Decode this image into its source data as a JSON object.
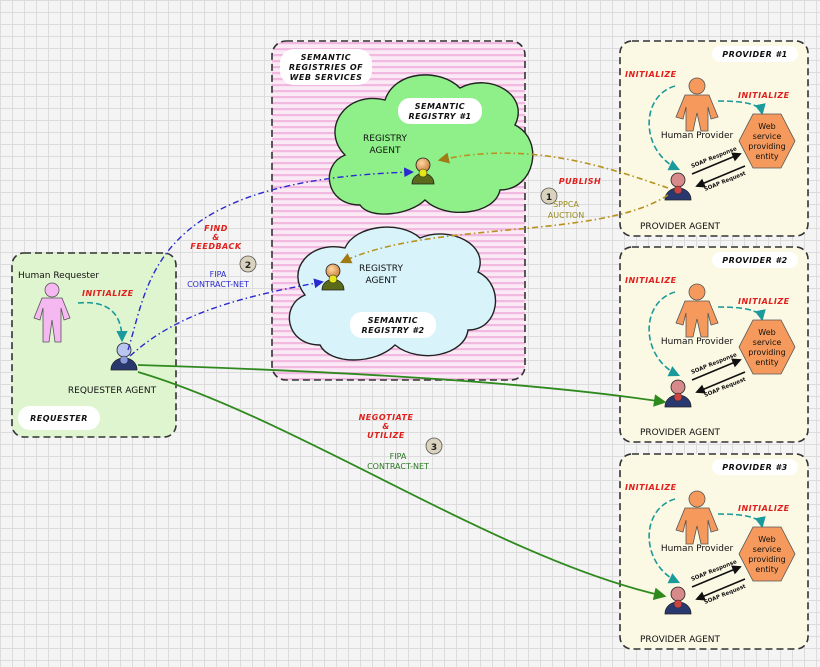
{
  "registries_box": {
    "label_line1": "SEMANTIC",
    "label_line2": "REGISTRIES OF",
    "label_line3": "WEB SERVICES"
  },
  "registry1": {
    "pill_line1": "SEMANTIC",
    "pill_line2": "REGISTRY #1",
    "agent_line1": "REGISTRY",
    "agent_line2": "AGENT"
  },
  "registry2": {
    "pill_line1": "SEMANTIC",
    "pill_line2": "REGISTRY #2",
    "agent_line1": "REGISTRY",
    "agent_line2": "AGENT"
  },
  "requester": {
    "human": "Human Requester",
    "initialize": "INITIALIZE",
    "agent": "REQUESTER AGENT",
    "pill": "REQUESTER"
  },
  "providers": [
    {
      "title": "PROVIDER #1",
      "initialize_left": "INITIALIZE",
      "initialize_right": "INITIALIZE",
      "human": "Human Provider",
      "ws_line1": "Web",
      "ws_line2": "service",
      "ws_line3": "providing",
      "ws_line4": "entity",
      "soap_response": "SOAP Response",
      "soap_request": "SOAP Request",
      "agent": "PROVIDER AGENT"
    },
    {
      "title": "PROVIDER #2",
      "initialize_left": "INITIALIZE",
      "initialize_right": "INITIALIZE",
      "human": "Human Provider",
      "ws_line1": "Web",
      "ws_line2": "service",
      "ws_line3": "providing",
      "ws_line4": "entity",
      "soap_response": "SOAP Response",
      "soap_request": "SOAP Request",
      "agent": "PROVIDER AGENT"
    },
    {
      "title": "PROVIDER #3",
      "initialize_left": "INITIALIZE",
      "initialize_right": "INITIALIZE",
      "human": "Human Provider",
      "ws_line1": "Web",
      "ws_line2": "service",
      "ws_line3": "providing",
      "ws_line4": "entity",
      "soap_response": "SOAP Response",
      "soap_request": "SOAP Request",
      "agent": "PROVIDER AGENT"
    }
  ],
  "steps": [
    {
      "number": "1",
      "action": "PUBLISH",
      "protocol_line1": "SPPCA",
      "protocol_line2": "AUCTION"
    },
    {
      "number": "2",
      "action_line1": "FIND",
      "action_line2": "&",
      "action_line3": "FEEDBACK",
      "protocol_line1": "FIPA",
      "protocol_line2": "CONTRACT-NET"
    },
    {
      "number": "3",
      "action_line1": "NEGOTIATE",
      "action_line2": "&",
      "action_line3": "UTILIZE",
      "protocol_line1": "FIPA",
      "protocol_line2": "CONTRACT-NET"
    }
  ],
  "colors": {
    "publish": "#b8921e",
    "find": "#2a2ad0",
    "negotiate": "#2f8a1e",
    "initialize": "#1a9a9a",
    "provider_fill": "#fbf8e4",
    "requester_fill": "#dff5d0",
    "cloud1": "#8ff08a",
    "cloud2": "#d9f3fb",
    "human_requester": "#f6b8f0",
    "human_provider": "#f59a5c",
    "webservice": "#f59a5c"
  }
}
